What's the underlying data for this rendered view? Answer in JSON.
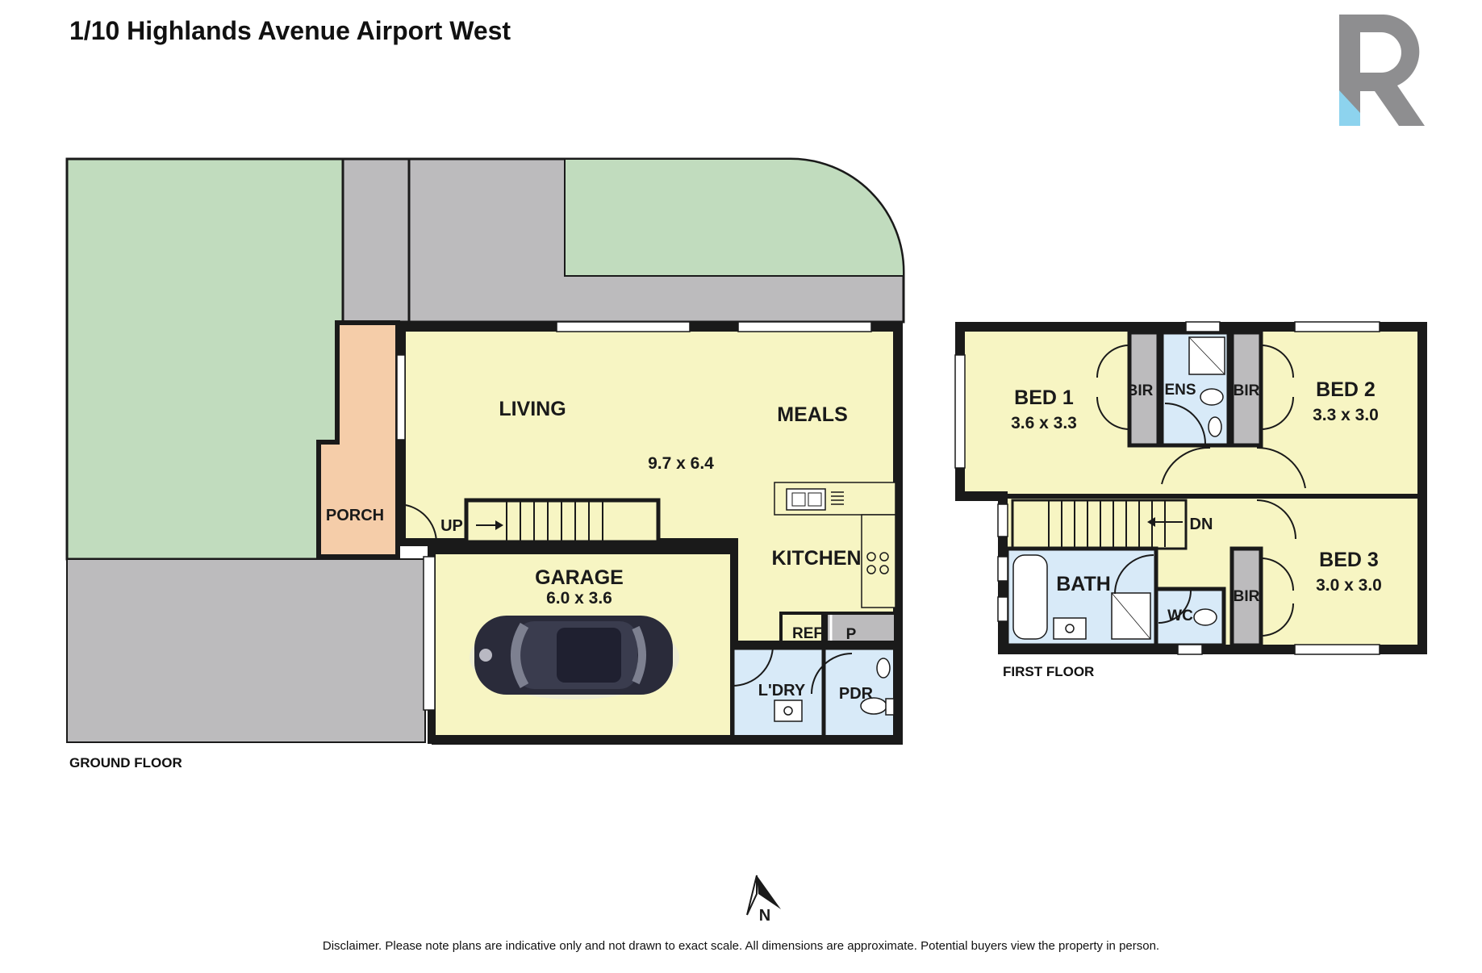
{
  "title": "1/10 Highlands Avenue Airport West",
  "ground_floor": {
    "label": "GROUND FLOOR",
    "rooms": {
      "living": "LIVING",
      "meals": "MEALS",
      "living_dims": "9.7 x 6.4",
      "porch": "PORCH",
      "up": "UP",
      "garage": "GARAGE",
      "garage_dims": "6.0 x 3.6",
      "kitchen": "KITCHEN",
      "ref": "REF",
      "pantry": "P",
      "laundry": "L'DRY",
      "powder": "PDR"
    }
  },
  "first_floor": {
    "label": "FIRST FLOOR",
    "rooms": {
      "bed1": "BED 1",
      "bed1_dims": "3.6 x 3.3",
      "bir1": "BIR",
      "ens": "ENS",
      "bir2": "BIR",
      "bed2": "BED 2",
      "bed2_dims": "3.3 x 3.0",
      "dn": "DN",
      "bath": "BATH",
      "wc": "WC",
      "bir3": "BIR",
      "bed3": "BED 3",
      "bed3_dims": "3.0 x 3.0"
    }
  },
  "compass": {
    "label": "N"
  },
  "disclaimer": "Disclaimer. Please note plans are indicative only and not drawn to exact scale. All dimensions are approximate. Potential buyers view the property in person.",
  "colors": {
    "garden": "#c1dcbe",
    "paving": "#bcbbbd",
    "living": "#f7f5c3",
    "porch": "#f5cda9",
    "wet": "#d8eaf8",
    "robe": "#bdbdbd",
    "wall": "#1a1a1a",
    "logo_grey": "#8e8e90",
    "logo_blue": "#8dd3ee"
  }
}
